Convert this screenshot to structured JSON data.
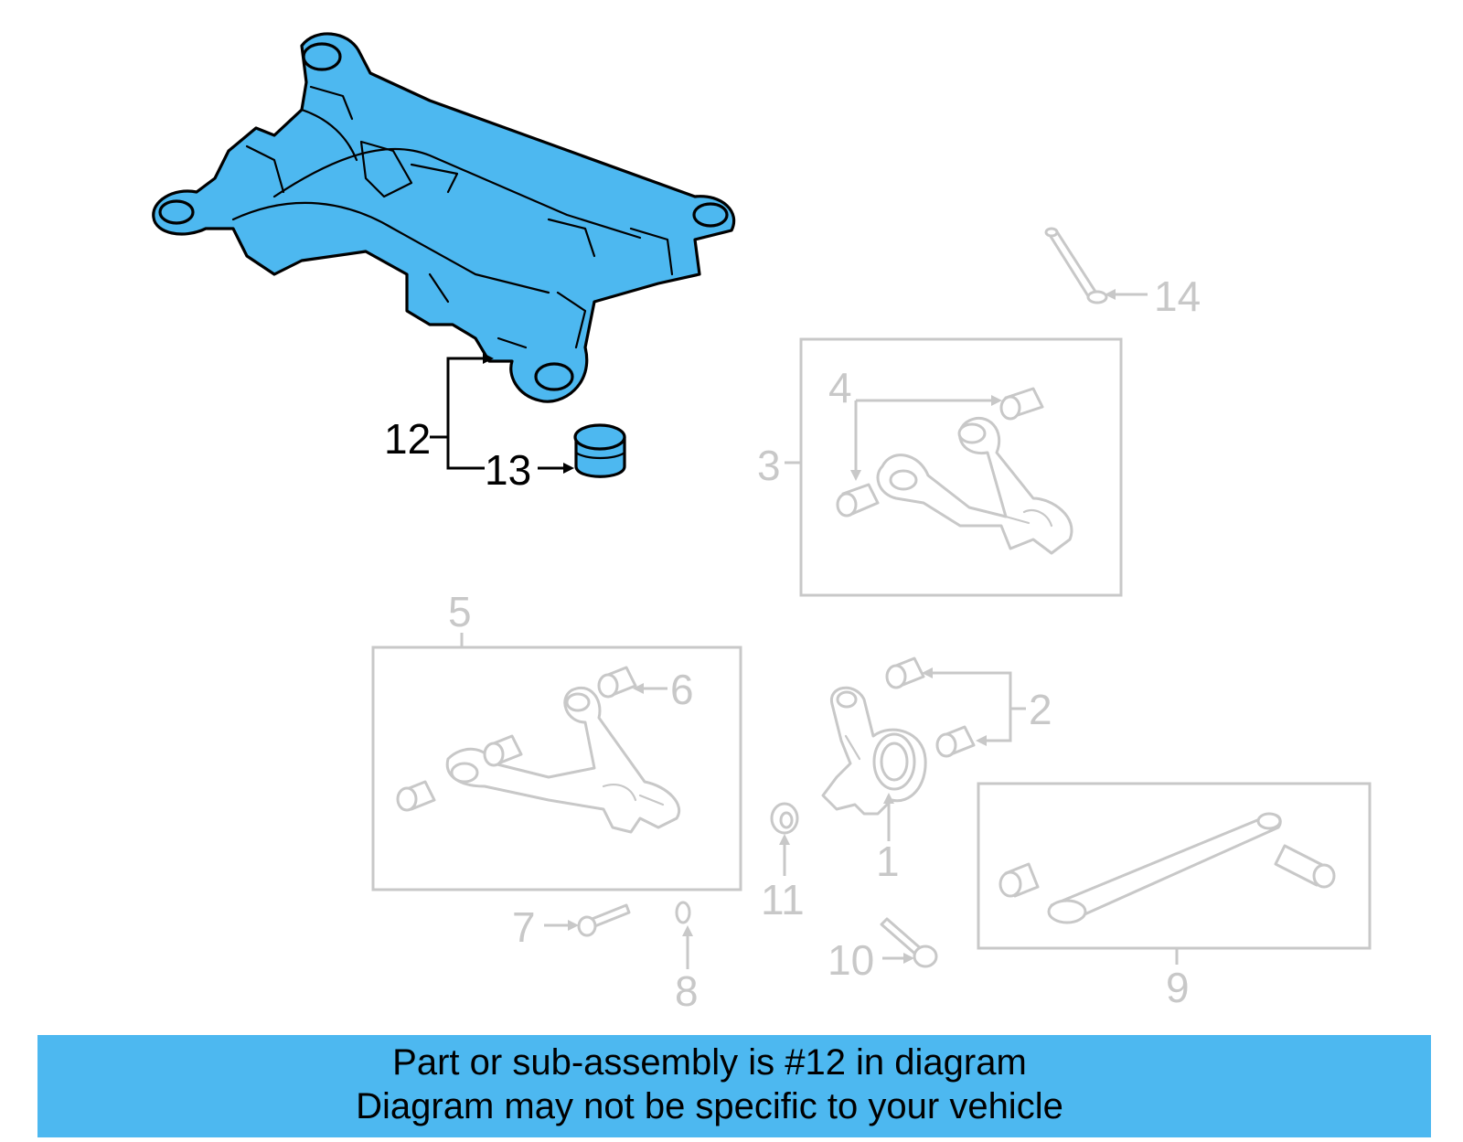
{
  "callouts": {
    "c1": "1",
    "c2": "2",
    "c3": "3",
    "c4": "4",
    "c5": "5",
    "c6": "6",
    "c7": "7",
    "c8": "8",
    "c9": "9",
    "c10": "10",
    "c11": "11",
    "c12": "12",
    "c13": "13",
    "c14": "14"
  },
  "banner": {
    "line1": "Part or sub-assembly is #12 in diagram",
    "line2": "Diagram may not be specific to your vehicle"
  },
  "colors": {
    "highlight": "#4db8f0",
    "muted": "#c8c8c8",
    "active_line": "#000000"
  }
}
